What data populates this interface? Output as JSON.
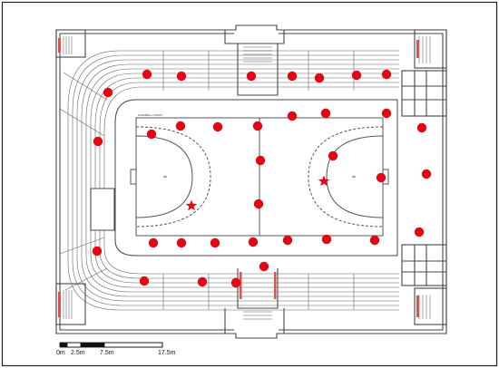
{
  "plan": {
    "court_caption": "HANDBALL COURT",
    "colors": {
      "marker": "#e30613",
      "wall": "#444444",
      "line": "#555555",
      "stair_accent": "#d9534f"
    },
    "marker_shape": "circle",
    "source_marker_shape": "star"
  },
  "scale_bar": {
    "labels": [
      "0m",
      "2.5m",
      "7.5m",
      "17.5m"
    ]
  }
}
